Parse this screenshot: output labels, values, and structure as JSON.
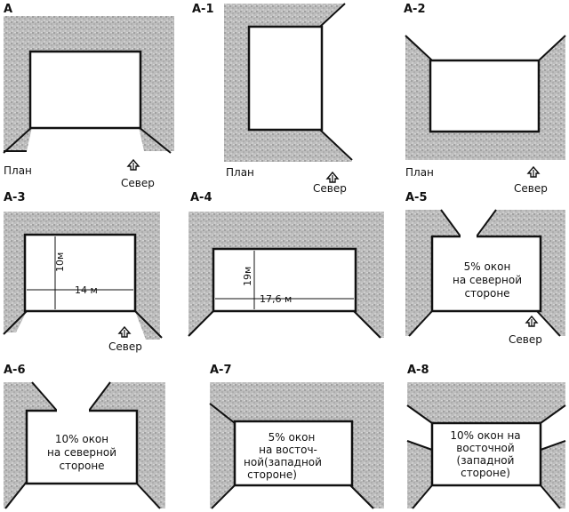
{
  "panels": {
    "a": {
      "label": "А",
      "plan": "План",
      "north": "Север"
    },
    "a1": {
      "label": "А-1",
      "plan": "План",
      "north": "Север"
    },
    "a2": {
      "label": "А-2",
      "plan": "План",
      "north": "Север"
    },
    "a3": {
      "label": "А-3",
      "north": "Север",
      "dim_height": "10м",
      "dim_width": "14 м"
    },
    "a4": {
      "label": "А-4",
      "dim_height": "19м",
      "dim_width": "17,6 м"
    },
    "a5": {
      "label": "А-5",
      "north": "Север",
      "note": [
        "5% окон",
        "на северной",
        "стороне"
      ]
    },
    "a6": {
      "label": "А-6",
      "note": [
        "10% окон",
        "на северной",
        "стороне"
      ]
    },
    "a7": {
      "label": "А-7",
      "note": [
        "5% окон",
        "на восточ-",
        "ной(западной",
        "стороне)"
      ]
    },
    "a8": {
      "label": "А-8",
      "note": [
        "10% окон на",
        "восточной",
        "(западной",
        "стороне)"
      ]
    }
  },
  "colors": {
    "wall_base": "#b8b8b8",
    "wall_dark": "#8a8a8a",
    "ink": "#111111"
  },
  "icons": {
    "north_arrow": "north-arrow-icon"
  }
}
